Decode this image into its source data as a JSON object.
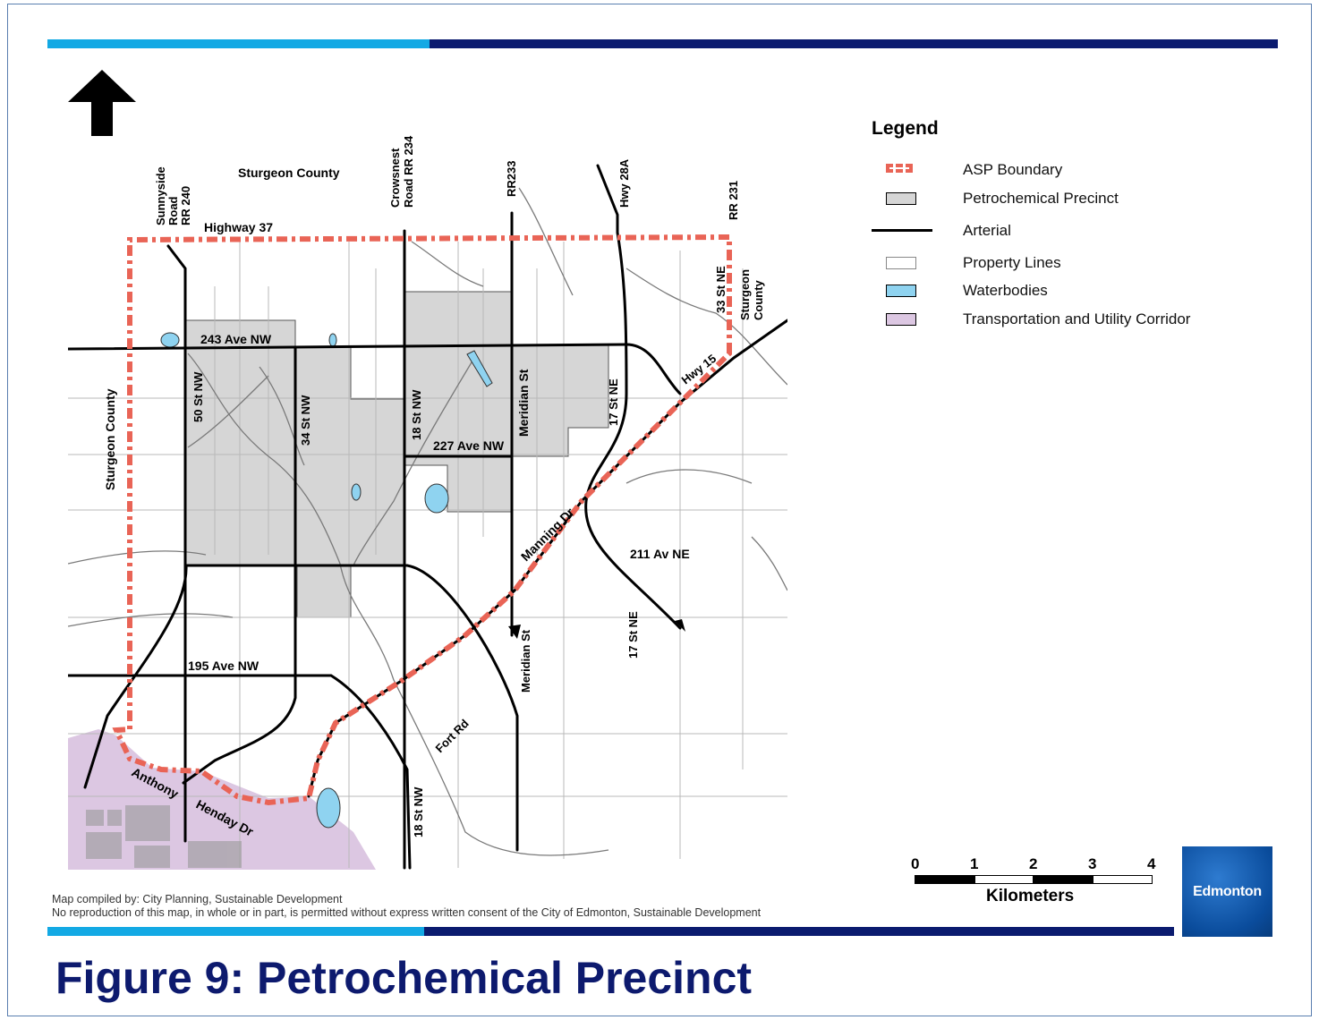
{
  "figure_title": "Figure 9:  Petrochemical Precinct",
  "colors": {
    "bar_light": "#13a9e4",
    "bar_dark": "#0b1b6f",
    "asp_boundary": "#e96456",
    "petrochemical": "#d6d6d6",
    "waterbody": "#8fd3f0",
    "corridor": "#dcc7e2",
    "title": "#0d1a6e",
    "logo_bg": "#0a4c9c"
  },
  "north_arrow": {
    "icon": "north-arrow-icon"
  },
  "legend": {
    "title": "Legend",
    "items": [
      {
        "label": "ASP Boundary",
        "symbol": "dashed-red-box"
      },
      {
        "label": "Petrochemical Precinct",
        "symbol": "grey-box"
      },
      {
        "label": "Arterial",
        "symbol": "black-line"
      },
      {
        "label": "Property Lines",
        "symbol": "white-box"
      },
      {
        "label": "Waterbodies",
        "symbol": "blue-box"
      },
      {
        "label": "Transportation and Utility Corridor",
        "symbol": "purple-box"
      }
    ]
  },
  "map_labels": {
    "sturgeon_county_north": "Sturgeon County",
    "sunnyside": [
      "Sunnyside",
      "Road",
      "RR 240"
    ],
    "highway_37": "Highway 37",
    "crowsnest": [
      "Crowsnest",
      "Road RR 234"
    ],
    "rr233": "RR233",
    "hwy28a": "Hwy 28A",
    "rr231": "RR 231",
    "st33ne": "33 St NE",
    "sturgeon_county_east": [
      "Sturgeon",
      "County"
    ],
    "ave243": "243 Ave NW",
    "st50": "50 St NW",
    "st34": "34 St NW",
    "st18_north": "18 St NW",
    "meridian_north": "Meridian St",
    "st17ne_north": "17 St NE",
    "hwy15": "Hwy 15",
    "ave227": "227 Ave NW",
    "sturgeon_county_west": "Sturgeon County",
    "manning": "Manning Dr",
    "av211": "211 Av NE",
    "st17ne_south": "17 St NE",
    "meridian_south": "Meridian St",
    "ave195": "195 Ave NW",
    "fort_rd": "Fort Rd",
    "anthony": "Anthony",
    "henday": "Henday Dr",
    "st18_south": "18 St NW"
  },
  "scale_bar": {
    "ticks": [
      "0",
      "1",
      "2",
      "3",
      "4"
    ],
    "unit": "Kilometers"
  },
  "credit": {
    "line1": "Map compiled by:  City Planning, Sustainable Development",
    "line2": "No reproduction of this map, in whole or in part, is permitted without express written consent of the City of Edmonton, Sustainable Development"
  },
  "logo_text": "Edmonton"
}
